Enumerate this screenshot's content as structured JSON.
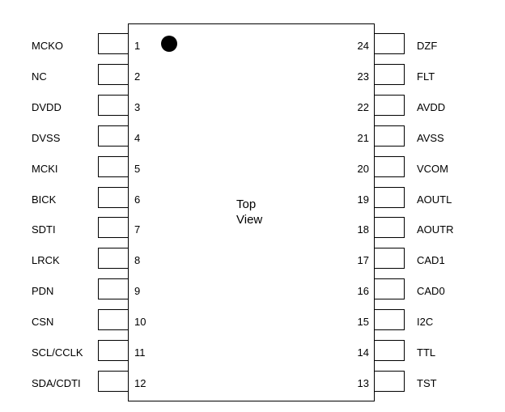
{
  "diagram": {
    "type": "ic-pinout",
    "center_label": [
      "Top",
      "View"
    ],
    "pin1_marker": "filled-circle",
    "left_pins": [
      {
        "number": "1",
        "name": "MCKO"
      },
      {
        "number": "2",
        "name": "NC"
      },
      {
        "number": "3",
        "name": "DVDD"
      },
      {
        "number": "4",
        "name": "DVSS"
      },
      {
        "number": "5",
        "name": "MCKI"
      },
      {
        "number": "6",
        "name": "BICK"
      },
      {
        "number": "7",
        "name": "SDTI"
      },
      {
        "number": "8",
        "name": "LRCK"
      },
      {
        "number": "9",
        "name": "PDN"
      },
      {
        "number": "10",
        "name": "CSN"
      },
      {
        "number": "11",
        "name": "SCL/CCLK"
      },
      {
        "number": "12",
        "name": "SDA/CDTI"
      }
    ],
    "right_pins": [
      {
        "number": "24",
        "name": "DZF"
      },
      {
        "number": "23",
        "name": "FLT"
      },
      {
        "number": "22",
        "name": "AVDD"
      },
      {
        "number": "21",
        "name": "AVSS"
      },
      {
        "number": "20",
        "name": "VCOM"
      },
      {
        "number": "19",
        "name": "AOUTL"
      },
      {
        "number": "18",
        "name": "AOUTR"
      },
      {
        "number": "17",
        "name": "CAD1"
      },
      {
        "number": "16",
        "name": "CAD0"
      },
      {
        "number": "15",
        "name": "I2C"
      },
      {
        "number": "14",
        "name": "TTL"
      },
      {
        "number": "13",
        "name": "TST"
      }
    ]
  }
}
